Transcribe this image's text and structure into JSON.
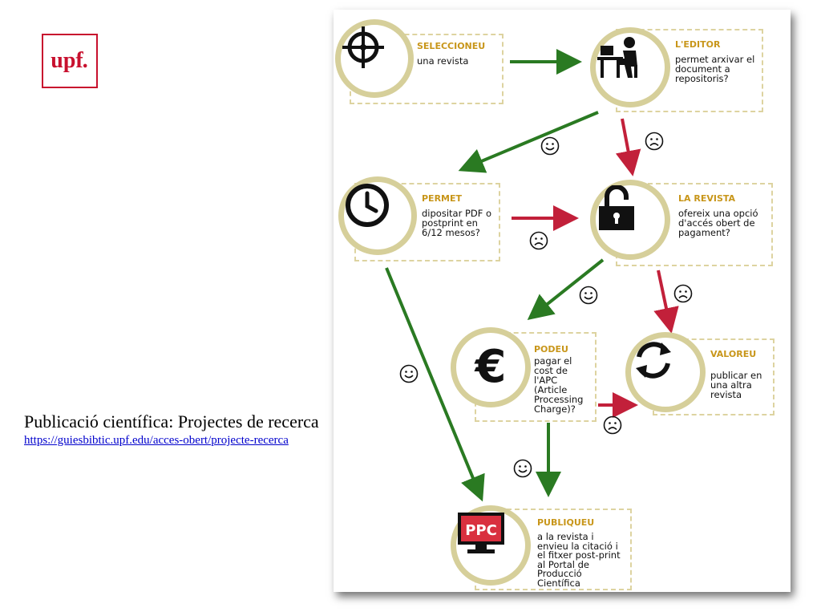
{
  "logo": {
    "text_main": "upf",
    "text_dot": "."
  },
  "caption": {
    "title": "Publicació científica: Projectes de recerca",
    "url": "https://guiesbibtic.upf.edu/acces-obert/projecte-recerca"
  },
  "nodes": {
    "select": {
      "head": "SELECCIONEU",
      "body": "una revista"
    },
    "editor": {
      "head": "L'EDITOR",
      "body": "permet arxivar el document a repositoris?"
    },
    "permet": {
      "head": "PERMET",
      "body": "dipositar PDF o postprint en 6/12 mesos?"
    },
    "revista": {
      "head": "LA REVISTA",
      "body": "ofereix una opció d'accés obert de pagament?"
    },
    "podeu": {
      "head": "PODEU",
      "body": "pagar el cost de l'APC (Article Processing Charge)?"
    },
    "valoreu": {
      "head": "VALOREU",
      "body": "publicar en una altra revista"
    },
    "publiqueu": {
      "head": "PUBLIQUEU",
      "body": "a la revista i envieu la citació i el fitxer post-print al Portal de Producció Científica"
    }
  },
  "icons": {
    "select": "crosshair-icon",
    "editor": "person-at-computer-icon",
    "permet": "clock-icon",
    "revista": "open-padlock-icon",
    "podeu": "euro-icon",
    "valoreu": "refresh-icon",
    "publiqueu": "monitor-ppc-icon"
  },
  "monitor_label": "PPC",
  "euro_symbol": "€",
  "colors": {
    "yes": "#2a7a22",
    "no": "#c2203a",
    "ring": "#d6cf9a",
    "heading": "#c8961a",
    "upf": "#c8102e"
  }
}
